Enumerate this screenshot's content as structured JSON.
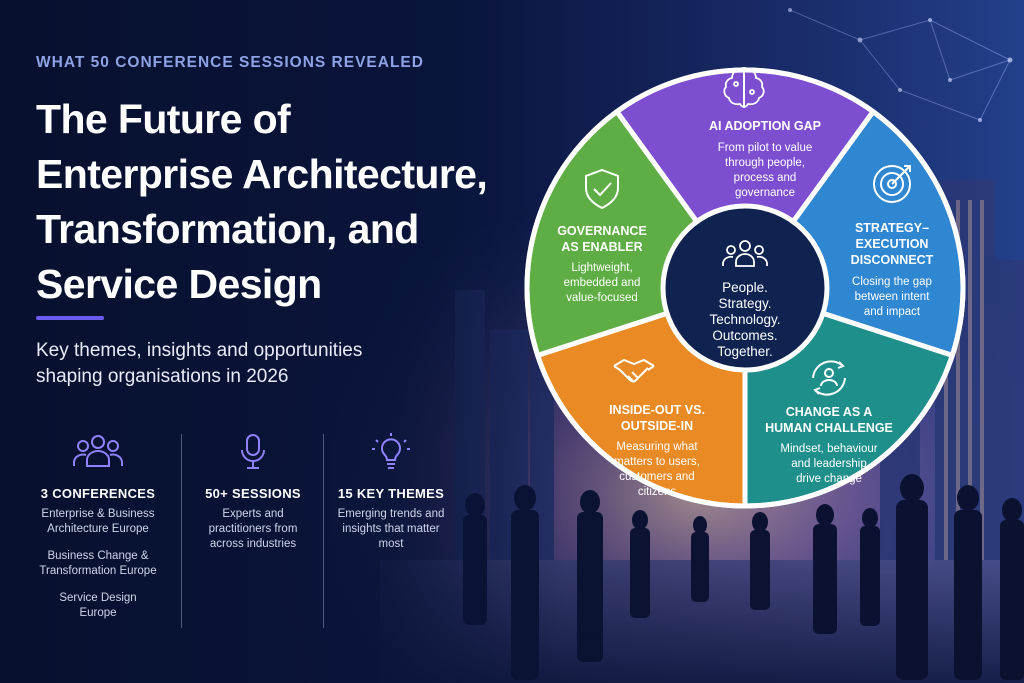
{
  "hero": {
    "eyebrow": "WHAT 50 CONFERENCE SESSIONS REVEALED",
    "title_lines": [
      "The Future of",
      "Enterprise Architecture,",
      "Transformation, and",
      "Service Design"
    ],
    "subtitle_lines": [
      "Key themes, insights and opportunities",
      "shaping organisations in 2026"
    ]
  },
  "stats": [
    {
      "icon": "people-group-icon",
      "heading": "3 CONFERENCES",
      "lines": [
        "Enterprise & Business",
        "Architecture Europe",
        "Business Change &",
        "Transformation Europe",
        "Service Design",
        "Europe"
      ]
    },
    {
      "icon": "microphone-icon",
      "heading": "50+ SESSIONS",
      "lines": [
        "Experts and",
        "practitioners from",
        "across industries"
      ]
    },
    {
      "icon": "lightbulb-icon",
      "heading": "15 KEY THEMES",
      "lines": [
        "Emerging trends and",
        "insights that matter",
        "most"
      ]
    }
  ],
  "wheel": {
    "center_icon": "people-group-icon",
    "center_lines": [
      "People.",
      "Strategy.",
      "Technology.",
      "Outcomes.",
      "Together."
    ],
    "segments": [
      {
        "key": "ai-adoption-gap",
        "icon": "brain-circuit-icon",
        "color": "#7d4fd0",
        "title_lines": [
          "AI ADOPTION GAP"
        ],
        "body_lines": [
          "From pilot to value",
          "through people,",
          "process and",
          "governance"
        ]
      },
      {
        "key": "strategy-execution",
        "icon": "target-icon",
        "color": "#2f86d1",
        "title_lines": [
          "STRATEGY–",
          "EXECUTION",
          "DISCONNECT"
        ],
        "body_lines": [
          "Closing the gap",
          "between intent",
          "and impact"
        ]
      },
      {
        "key": "change-human",
        "icon": "person-cycle-icon",
        "color": "#1f8f8c",
        "title_lines": [
          "CHANGE AS A",
          "HUMAN CHALLENGE"
        ],
        "body_lines": [
          "Mindset, behaviour",
          "and leadership",
          "drive change"
        ]
      },
      {
        "key": "inside-out",
        "icon": "handshake-icon",
        "color": "#e98a25",
        "title_lines": [
          "INSIDE-OUT VS.",
          "OUTSIDE-IN"
        ],
        "body_lines": [
          "Measuring what",
          "matters to users,",
          "customers and",
          "citizens"
        ]
      },
      {
        "key": "governance",
        "icon": "shield-check-icon",
        "color": "#5fae45",
        "title_lines": [
          "GOVERNANCE",
          "AS ENABLER"
        ],
        "body_lines": [
          "Lightweight,",
          "embedded and",
          "value-focused"
        ]
      }
    ]
  },
  "colors": {
    "eyebrow": "#8ea2e6",
    "accent": "#6b5cf0",
    "center": "#0f2250",
    "icon_stroke": "#8f82ff"
  }
}
